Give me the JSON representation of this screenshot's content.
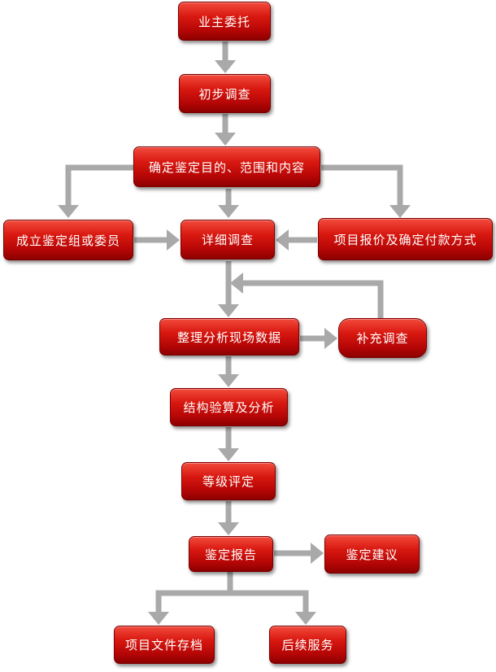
{
  "nodes": {
    "entrust": "业主委托",
    "initial": "初步调查",
    "scope": "确定鉴定目的、范围和内容",
    "group": "成立鉴定组或委员",
    "quote": "项目报价及确定付款方式",
    "detail": "详细调查",
    "organize": "整理分析现场数据",
    "supplement": "补充调查",
    "structure": "结构验算及分析",
    "grade": "等级评定",
    "report": "鉴定报告",
    "advice": "鉴定建议",
    "archive": "项目文件存档",
    "service": "后续服务"
  },
  "colors": {
    "node_fill": "#c80c0c",
    "node_border": "#7a0000",
    "arrow": "#a9a9a9"
  }
}
